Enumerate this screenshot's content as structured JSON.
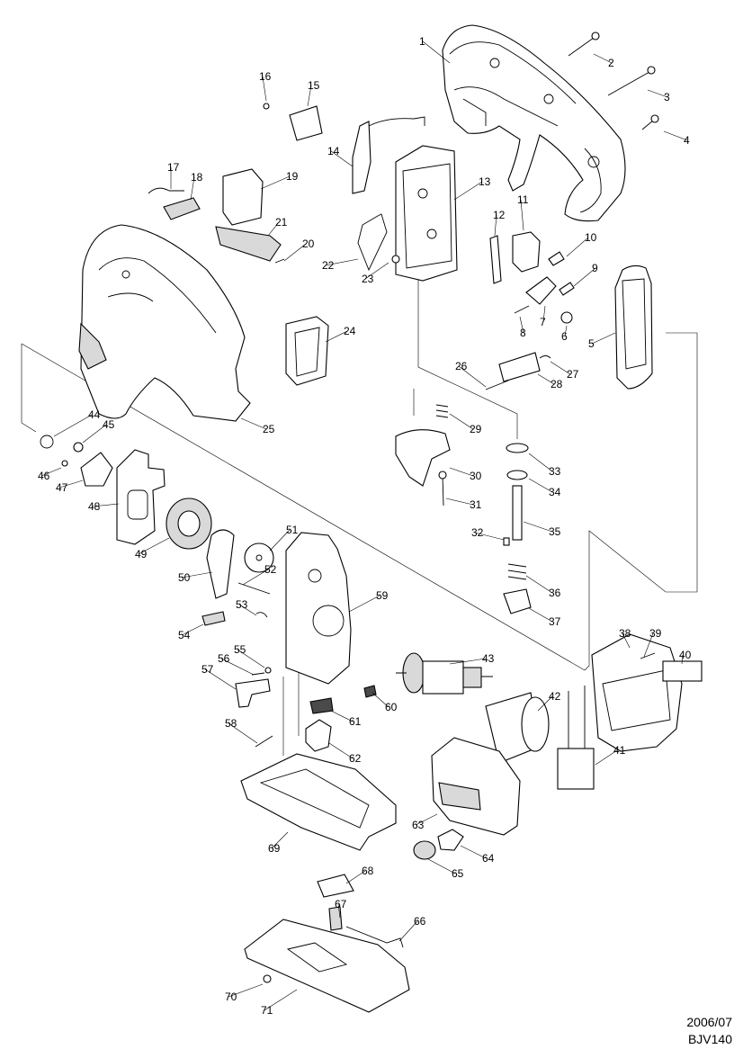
{
  "footer": {
    "date": "2006/07",
    "model": "BJV140"
  },
  "parts": [
    "1",
    "2",
    "3",
    "4",
    "5",
    "6",
    "7",
    "8",
    "9",
    "10",
    "11",
    "12",
    "13",
    "14",
    "15",
    "16",
    "17",
    "18",
    "19",
    "20",
    "21",
    "22",
    "23",
    "24",
    "25",
    "26",
    "27",
    "28",
    "29",
    "30",
    "31",
    "32",
    "33",
    "34",
    "35",
    "36",
    "37",
    "38",
    "39",
    "40",
    "41",
    "42",
    "43",
    "44",
    "45",
    "46",
    "47",
    "48",
    "49",
    "50",
    "51",
    "52",
    "53",
    "54",
    "55",
    "56",
    "57",
    "58",
    "59",
    "60",
    "61",
    "62",
    "63",
    "64",
    "65",
    "66",
    "67",
    "68",
    "69",
    "70",
    "71"
  ]
}
